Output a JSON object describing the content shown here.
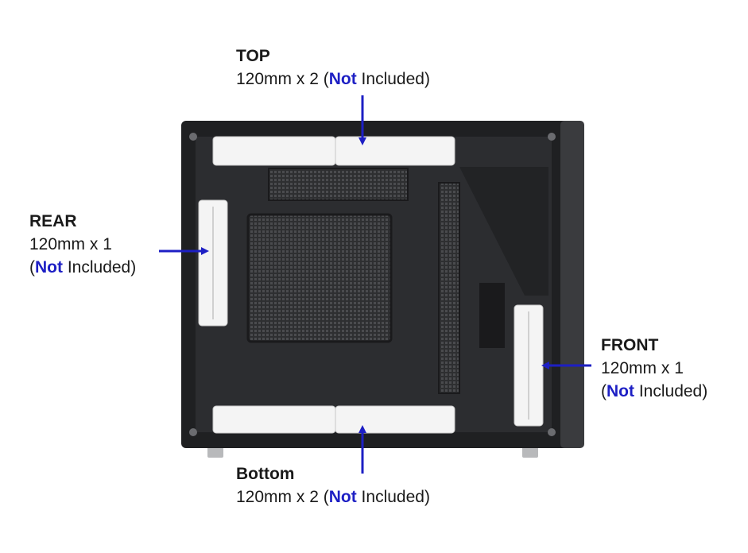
{
  "labels": {
    "top": {
      "title": "TOP",
      "spec": "120mm x 2",
      "open": "(",
      "not": "Not",
      "rest": " Included)"
    },
    "rear": {
      "title": "REAR",
      "spec": "120mm x 1",
      "open": "(",
      "not": "Not",
      "rest": " Included)"
    },
    "front": {
      "title": "FRONT",
      "spec": "120mm x 1",
      "open": "(",
      "not": "Not",
      "rest": " Included)"
    },
    "bottom": {
      "title": "Bottom",
      "spec": "120mm x 2",
      "open": "(",
      "not": "Not",
      "rest": " Included)"
    }
  },
  "colors": {
    "arrow": "#1d1fc4",
    "case": "#2a2b2d",
    "fan": "#f4f4f4",
    "not_text": "#1d1fc4"
  }
}
